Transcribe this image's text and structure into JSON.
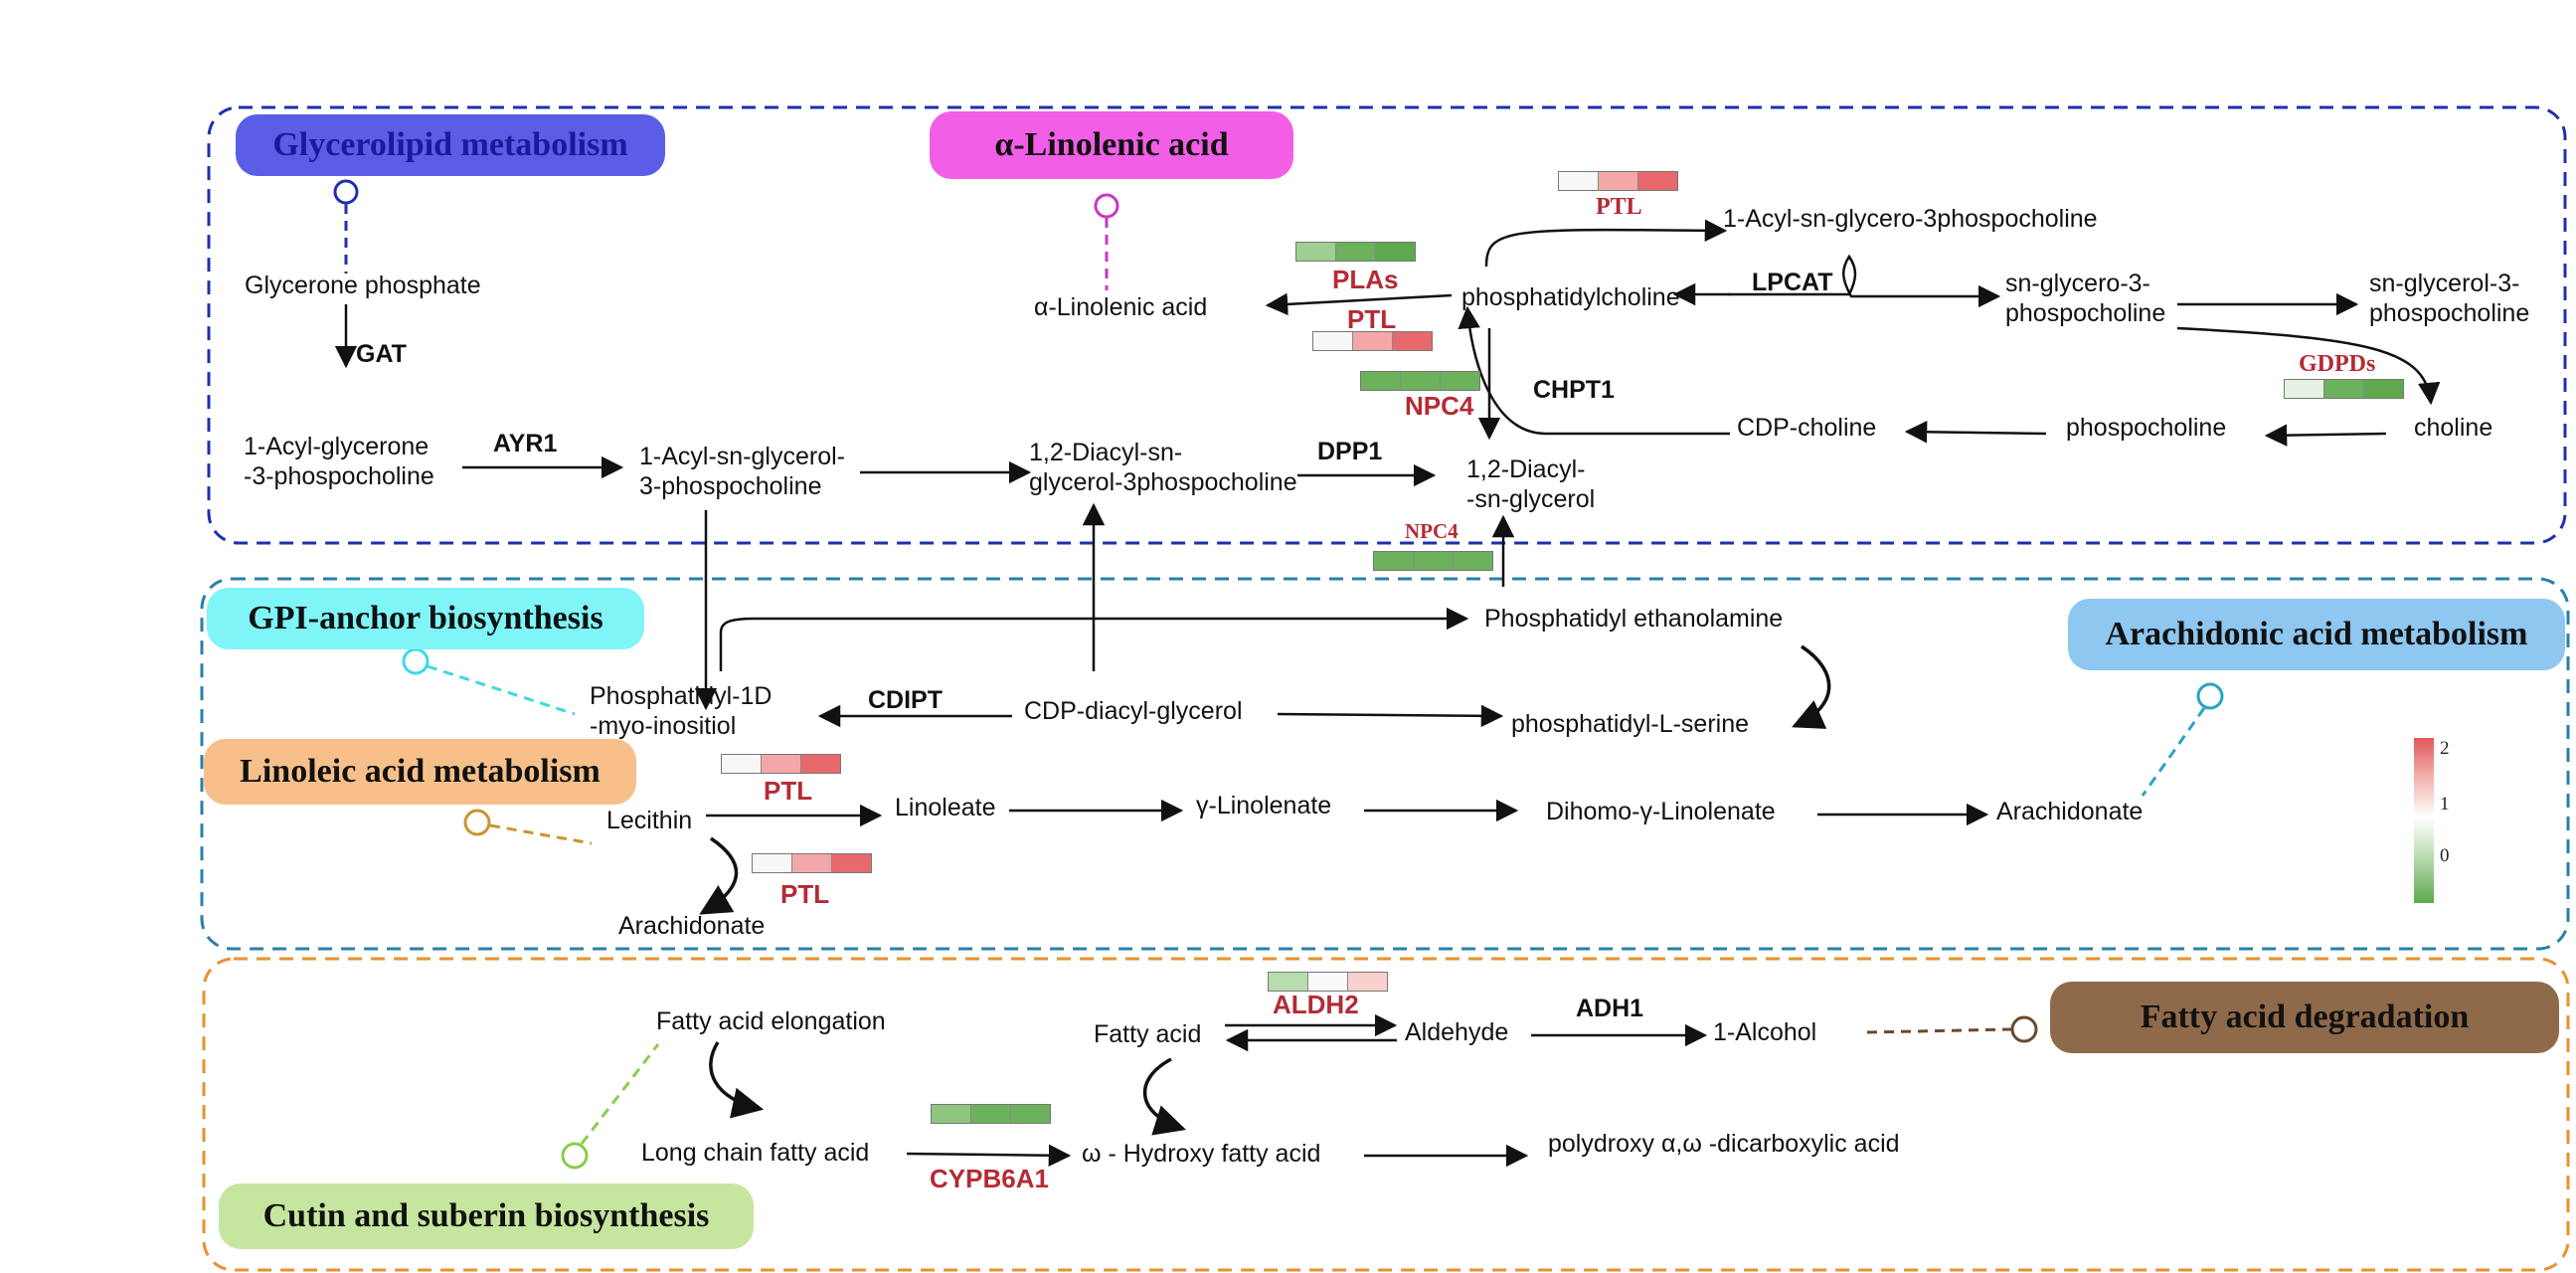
{
  "pathways": {
    "glycerolipid": "Glycerolipid metabolism",
    "alpha_linolenic": "α-Linolenic acid",
    "gpi_anchor": "GPI-anchor biosynthesis",
    "arachidonic": "Arachidonic acid metabolism",
    "linoleic": "Linoleic acid metabolism",
    "fatty_acid_degradation": "Fatty acid degradation",
    "cutin_suberin": "Cutin and suberin biosynthesis"
  },
  "metabolites": {
    "glycerone_phosphate": "Glycerone phosphate",
    "acyl_glycerone": "1-Acyl-glycerone\n-3-phospocholine",
    "acyl_sn_glycerol": "1-Acyl-sn-glycerol-\n3-phospocholine",
    "diacyl_phospho": "1,2-Diacyl-sn-\nglycerol-3phospocholine",
    "diacyl_glycerol": "1,2-Diacyl-\n-sn-glycerol",
    "alpha_linolenic_acid": "α-Linolenic acid",
    "phosphatidylcholine": "phosphatidylcholine",
    "acyl_glycero_3pc": "1-Acyl-sn-glycero-3phospocholine",
    "sn_glycero_3pc": "sn-glycero-3-\nphospocholine",
    "sn_glycerol_3pc": "sn-glycerol-3-\nphospocholine",
    "cdp_choline": "CDP-choline",
    "phospocholine": "phospocholine",
    "choline": "choline",
    "phosphatidyl_ethanolamine": "Phosphatidyl ethanolamine",
    "phosphatidyl_inositol": "Phosphatidyl-1D\n-myo-inositiol",
    "cdp_diacyl_glycerol": "CDP-diacyl-glycerol",
    "phosphatidyl_serine": "phosphatidyl-L-serine",
    "lecithin": "Lecithin",
    "linoleate": "Linoleate",
    "gamma_linolenate": "γ-Linolenate",
    "dihomo_gamma_linolenate": "Dihomo-γ-Linolenate",
    "arachidonate_right": "Arachidonate",
    "arachidonate_left": "Arachidonate",
    "fatty_acid_elongation": "Fatty acid elongation",
    "long_chain_fatty_acid": "Long chain fatty acid",
    "fatty_acid": "Fatty acid",
    "aldehyde": "Aldehyde",
    "alcohol": "1-Alcohol",
    "omega_hydroxy": "ω - Hydroxy fatty acid",
    "polydroxy": "polydroxy α,ω -dicarboxylic acid"
  },
  "enzymes": {
    "gat": "GAT",
    "ayr1": "AYR1",
    "dpp1": "DPP1",
    "lpcat": "LPCAT",
    "chpt1": "CHPT1",
    "cdipt": "CDIPT",
    "adh1": "ADH1",
    "ptl_top": "PTL",
    "plas": "PLAs",
    "ptl_mid": "PTL",
    "npc4_top": "NPC4",
    "npc4_bottom": "NPC4",
    "gdpds": "GDPDs",
    "ptl_lin1": "PTL",
    "ptl_lin2": "PTL",
    "aldh2": "ALDH2",
    "cypb6a1": "CYPB6A1"
  },
  "heatmaps": {
    "ptl_top": [
      "#f7f7f7",
      "#f2a8a8",
      "#e8696b"
    ],
    "plas": [
      "#9fce91",
      "#6cb25c",
      "#5ea84e"
    ],
    "ptl_mid": [
      "#f7f7f7",
      "#f2a8a8",
      "#e8696b"
    ],
    "npc4_top": [
      "#6cb25c",
      "#6cb25c",
      "#6cb25c"
    ],
    "npc4_bottom": [
      "#6cb25c",
      "#6cb25c",
      "#6cb25c"
    ],
    "gdpds": [
      "#e6f2e2",
      "#6cb25c",
      "#5ea84e"
    ],
    "ptl_lin1": [
      "#f7f7f7",
      "#f2a8a8",
      "#e8696b"
    ],
    "ptl_lin2": [
      "#f7f7f7",
      "#f2a8a8",
      "#e8696b"
    ],
    "aldh2": [
      "#b7dcae",
      "#fafafa",
      "#f8d0cc"
    ],
    "cypb6a1": [
      "#8ec67f",
      "#6cb25c",
      "#6cb25c"
    ]
  },
  "legend": {
    "ticks": [
      "2",
      "1",
      "0"
    ]
  },
  "colors": {
    "glycerolipid_box": "#1f2fb0",
    "lipid_box": "#2a7fa8",
    "cutin_box": "#e6922f",
    "glycerolipid_pill": "#5a5ee6",
    "alpha_pill": "#f25ee6",
    "gpi_pill": "#7ff5f8",
    "arachidonic_pill": "#8ec7f0",
    "linoleic_pill": "#f7c08a",
    "fatty_degradation_pill": "#8f6a4a",
    "cutin_pill": "#c6e6a0",
    "enzyme_red": "#b52a35"
  }
}
